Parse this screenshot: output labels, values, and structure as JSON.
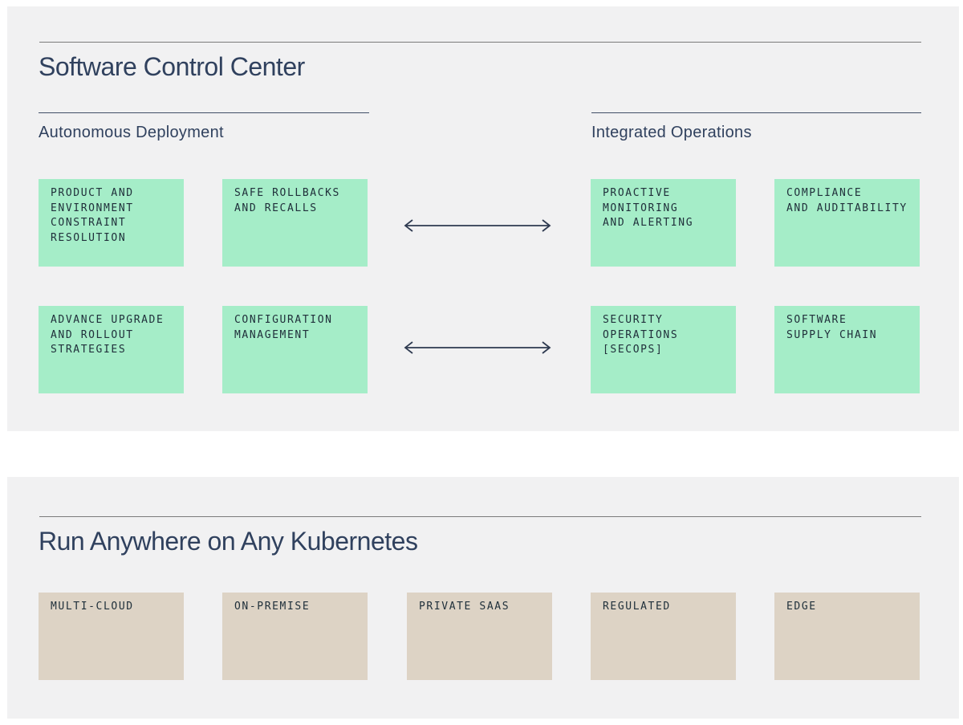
{
  "colors": {
    "page_bg": "#ffffff",
    "panel_bg": "#f1f1f2",
    "card_green": "#a5edc8",
    "card_tan": "#ddd3c5",
    "heading_navy": "#30415e",
    "card_text": "#20303b",
    "arrow_navy": "#2e3a50",
    "rule_major": "#7b7b7b",
    "rule_minor": "#404e66"
  },
  "icons": {
    "bidirectional_arrow": "↔"
  },
  "panels": [
    {
      "title": "Software Control Center",
      "groups": [
        {
          "label": "Autonomous Deployment",
          "boxes": [
            {
              "lines": [
                "PRODUCT AND",
                "ENVIRONMENT",
                "CONSTRAINT",
                "RESOLUTION"
              ]
            },
            {
              "lines": [
                "SAFE ROLLBACKS",
                "AND RECALLS"
              ]
            },
            {
              "lines": [
                "ADVANCE UPGRADE",
                "AND ROLLOUT",
                "STRATEGIES"
              ]
            },
            {
              "lines": [
                "CONFIGURATION",
                "MANAGEMENT"
              ]
            }
          ]
        },
        {
          "label": "Integrated Operations",
          "boxes": [
            {
              "lines": [
                "PROACTIVE",
                "MONITORING",
                "AND ALERTING"
              ]
            },
            {
              "lines": [
                "COMPLIANCE",
                "AND AUDITABILITY"
              ]
            },
            {
              "lines": [
                "SECURITY",
                "OPERATIONS",
                "[SECOPS]"
              ]
            },
            {
              "lines": [
                "SOFTWARE",
                "SUPPLY CHAIN"
              ]
            }
          ]
        }
      ]
    },
    {
      "title": "Run Anywhere on Any Kubernetes",
      "boxes": [
        {
          "lines": [
            "MULTI-CLOUD"
          ]
        },
        {
          "lines": [
            "ON-PREMISE"
          ]
        },
        {
          "lines": [
            "PRIVATE SAAS"
          ]
        },
        {
          "lines": [
            "REGULATED"
          ]
        },
        {
          "lines": [
            "EDGE"
          ]
        }
      ]
    }
  ]
}
